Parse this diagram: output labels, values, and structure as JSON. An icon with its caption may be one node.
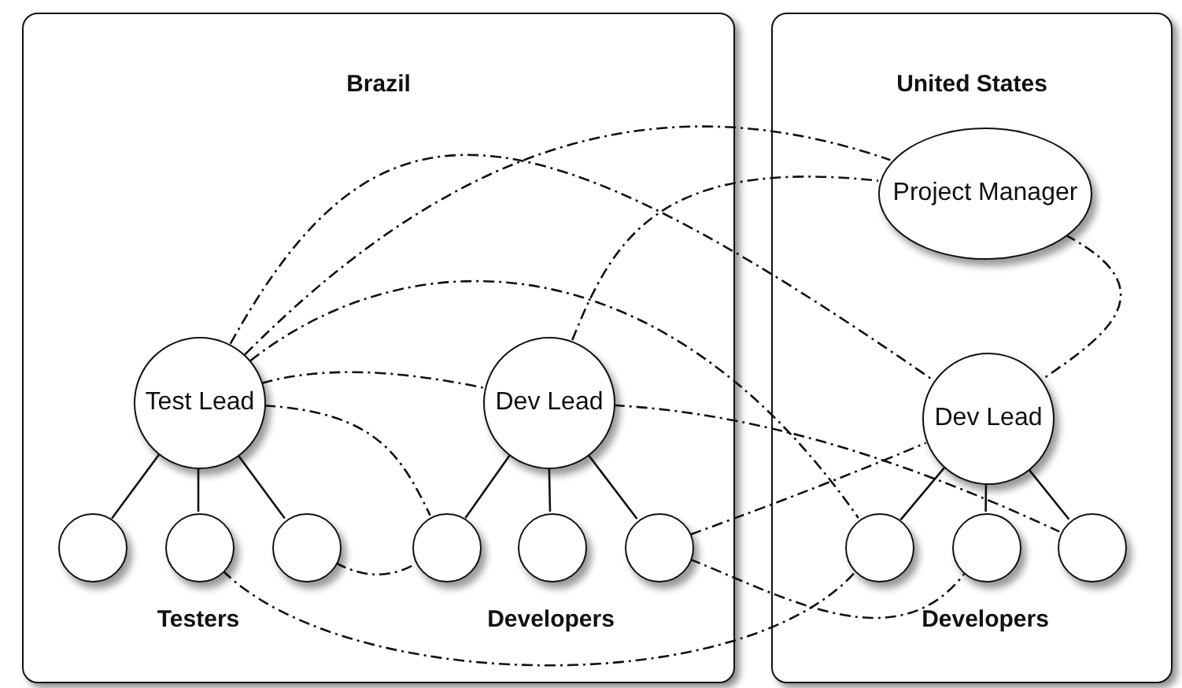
{
  "diagram": {
    "nodes": [
      {
        "text": [
          "Brazil"
        ]
      },
      {
        "text": [
          "Test Lead"
        ],
        "in": 0
      },
      {
        "text": [
          "Dev Lead"
        ],
        "in": 0
      },
      {
        "text": [],
        "shape": "circle",
        "in": 0
      },
      {
        "text": [],
        "shape": "circle",
        "in": 0
      },
      {
        "text": [],
        "shape": "circle",
        "in": 0
      },
      {
        "text": [],
        "shape": "circle",
        "in": 0
      },
      {
        "text": [],
        "shape": "circle",
        "in": 0
      },
      {
        "text": [],
        "shape": "circle",
        "in": 0
      },
      {
        "text": [
          "United States"
        ]
      },
      {
        "text": [
          "Project Manager"
        ],
        "in": 9
      },
      {
        "text": [
          "Dev Lead"
        ],
        "in": 9
      },
      {
        "text": [],
        "shape": "circle",
        "in": 9
      },
      {
        "text": [],
        "shape": "circle",
        "in": 9
      },
      {
        "text": [],
        "shape": "circle",
        "in": 9
      }
    ],
    "edges": [
      {
        "from": 1,
        "to": 3,
        "arrow": "none"
      },
      {
        "from": 1,
        "to": 4,
        "arrow": "none"
      },
      {
        "from": 1,
        "to": 5,
        "arrow": "none"
      },
      {
        "from": 2,
        "to": 6,
        "arrow": "none"
      },
      {
        "from": 2,
        "to": 7,
        "arrow": "none"
      },
      {
        "from": 2,
        "to": 8,
        "arrow": "none"
      },
      {
        "from": 11,
        "to": 12,
        "arrow": "none"
      },
      {
        "from": 11,
        "to": 13,
        "arrow": "none"
      },
      {
        "from": 11,
        "to": 14,
        "arrow": "none"
      },
      {
        "from": 1,
        "to": 11,
        "arrow": "none",
        "style": "dashed"
      },
      {
        "from": 1,
        "to": 10,
        "arrow": "none",
        "style": "dashed"
      },
      {
        "from": 1,
        "to": 12,
        "arrow": "none",
        "style": "dashed"
      },
      {
        "from": 1,
        "to": 2,
        "arrow": "none",
        "style": "dashed"
      },
      {
        "from": 1,
        "to": 6,
        "arrow": "none",
        "style": "dashed"
      },
      {
        "from": 5,
        "to": 6,
        "arrow": "none",
        "style": "dashed"
      },
      {
        "from": 4,
        "to": 12,
        "arrow": "none",
        "style": "dashed"
      },
      {
        "from": 8,
        "to": 13,
        "arrow": "none",
        "style": "dashed"
      },
      {
        "from": 2,
        "to": 10,
        "arrow": "none",
        "style": "dashed"
      },
      {
        "from": 2,
        "to": 14,
        "arrow": "none",
        "style": "dashed"
      },
      {
        "from": 8,
        "to": 11,
        "arrow": "none",
        "style": "dashed"
      },
      {
        "from": 10,
        "to": 11,
        "arrow": "none",
        "style": "dashed"
      }
    ],
    "labels": [
      "Testers",
      "Developers",
      "Developers"
    ]
  }
}
